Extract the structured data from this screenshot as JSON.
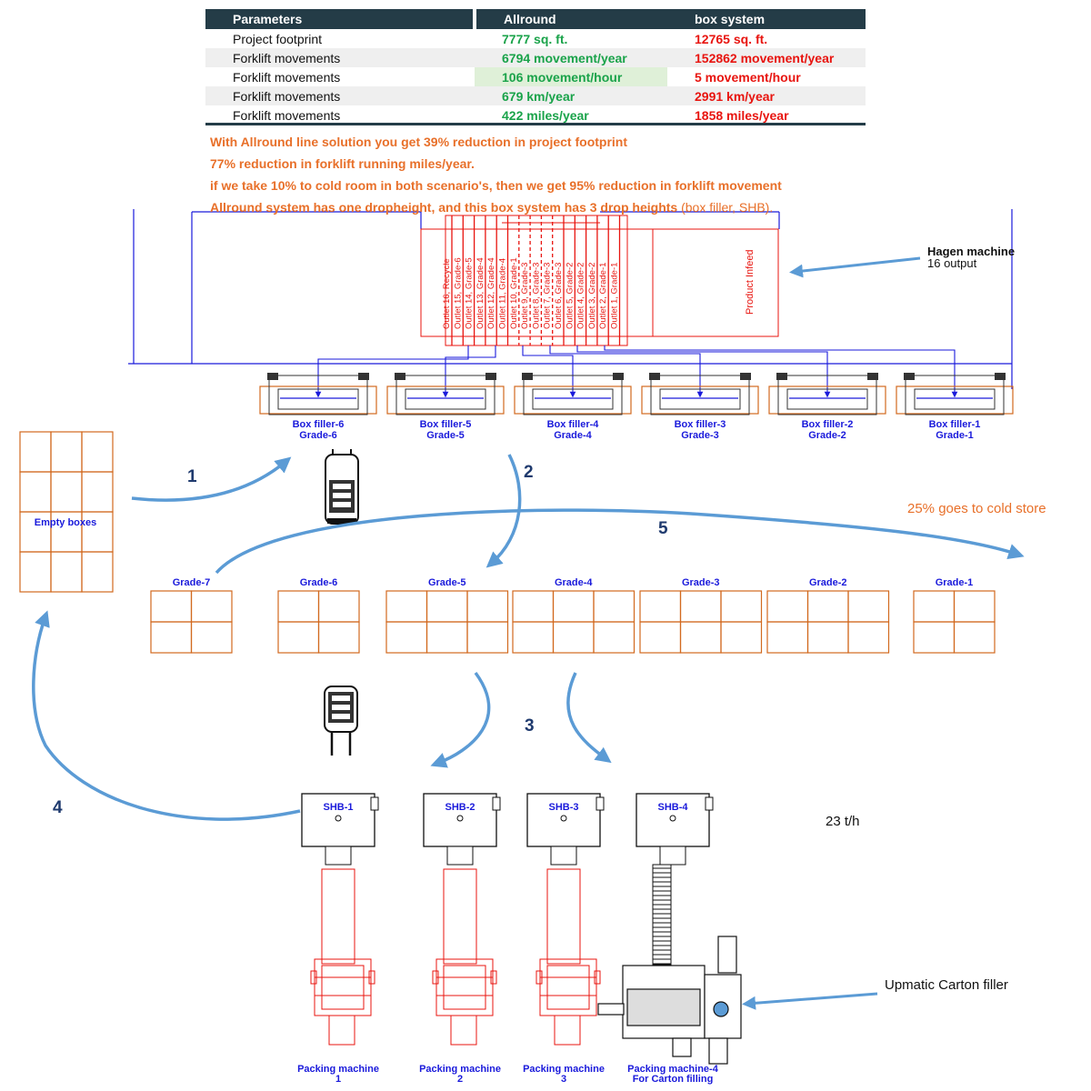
{
  "table": {
    "headers": [
      "Parameters",
      "Allround",
      "box system"
    ],
    "rows": [
      {
        "param": "Project footprint",
        "allround": "7777 sq. ft.",
        "box": "12765 sq. ft."
      },
      {
        "param": "Forklift movements",
        "allround": "6794 movement/year",
        "box": "152862 movement/year"
      },
      {
        "param": "Forklift movements",
        "allround": "106 movement/hour",
        "box": "5 movement/hour"
      },
      {
        "param": "Forklift movements",
        "allround": "679 km/year",
        "box": "2991 km/year"
      },
      {
        "param": "Forklift movements",
        "allround": "422 miles/year",
        "box": "1858 miles/year"
      }
    ]
  },
  "notes": {
    "line1": "With Allround line solution you get 39% reduction in project footprint",
    "line2": "77% reduction in forklift running miles/year.",
    "line3": "if we take 10% to cold room in both scenario's, then we get 95% reduction in forklift movement",
    "line4a": "Allround system has one dropheight, and this box system has 3 drop heights",
    "line4b": " (box filler, SHB)."
  },
  "hagen": {
    "title": "Hagen machine",
    "subtitle": "16 output",
    "infeed": "Product Infeed",
    "outlets": [
      "Outlet 16, Recycle",
      "Outlet 15, Grade-6",
      "Outlet 14, Grade-5",
      "Outlet 13, Grade-4",
      "Outlet 12, Grade-4",
      "Outlet 11, Grade-4",
      "Outlet 10, Grade-1",
      "Outlet 9, Grade-3",
      "Outlet 8, Grade-3",
      "Outlet 7, Grade-3",
      "Outlet 6, Grade-3",
      "Outlet 5, Grade-2",
      "Outlet 4, Grade-2",
      "Outlet 3, Grade-2",
      "Outlet 2, Grade-1",
      "Outlet 1, Grade-1"
    ]
  },
  "box_fillers": [
    {
      "name": "Box filler-6",
      "grade": "Grade-6"
    },
    {
      "name": "Box filler-5",
      "grade": "Grade-5"
    },
    {
      "name": "Box filler-4",
      "grade": "Grade-4"
    },
    {
      "name": "Box filler-3",
      "grade": "Grade-3"
    },
    {
      "name": "Box filler-2",
      "grade": "Grade-2"
    },
    {
      "name": "Box filler-1",
      "grade": "Grade-1"
    }
  ],
  "empty_boxes": "Empty boxes",
  "grades": [
    "Grade-7",
    "Grade-6",
    "Grade-5",
    "Grade-4",
    "Grade-3",
    "Grade-2",
    "Grade-1"
  ],
  "cold_store": "25%  goes to cold store",
  "steps": [
    "1",
    "2",
    "3",
    "4",
    "5"
  ],
  "shb": [
    "SHB-1",
    "SHB-2",
    "SHB-3",
    "SHB-4"
  ],
  "throughput": "23 t/h",
  "carton_filler": "Upmatic Carton filler",
  "packing": [
    {
      "l1": "Packing machine",
      "l2": "1"
    },
    {
      "l1": "Packing machine",
      "l2": "2"
    },
    {
      "l1": "Packing machine",
      "l2": "3"
    },
    {
      "l1": "Packing machine-4",
      "l2": "For Carton filling"
    }
  ],
  "colors": {
    "header": "#243c47",
    "allround": "#1aa34a",
    "box": "#e8140f",
    "note": "#e8702a",
    "blue_label": "#1a1adb",
    "arrow": "#5b9bd5",
    "box_outline": "#d2691e",
    "red_line": "#e8140f"
  }
}
